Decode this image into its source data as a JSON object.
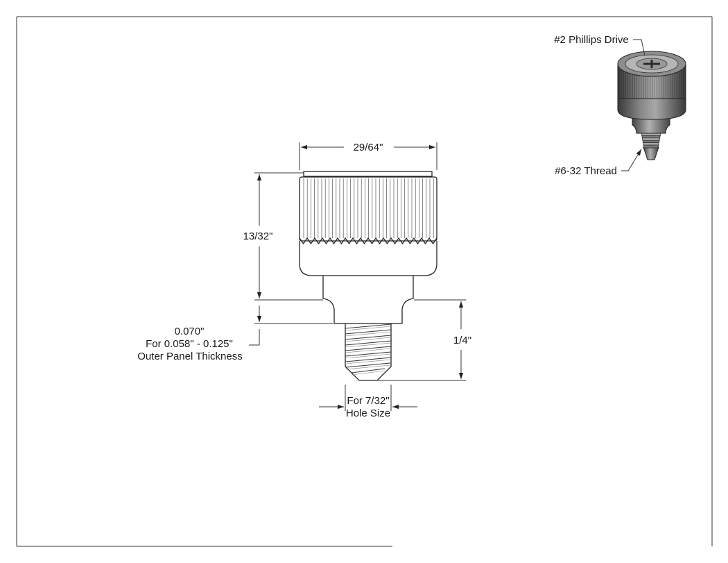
{
  "dimensions": {
    "width": "29/64\"",
    "height": "13/32\"",
    "thread_length": "1/4\"",
    "panel_thickness": "0.070\"",
    "panel_range": "For 0.058\" - 0.125\"",
    "panel_label": "Outer Panel Thickness",
    "hole_line1": "For 7/32\"",
    "hole_line2": "Hole Size"
  },
  "callouts": {
    "drive": "#2 Phillips Drive",
    "thread": "#6-32 Thread"
  },
  "colors": {
    "line": "#222222",
    "render_dark": "#3a3a3a",
    "render_mid": "#6e6e6e",
    "render_light": "#a8a8a8"
  }
}
